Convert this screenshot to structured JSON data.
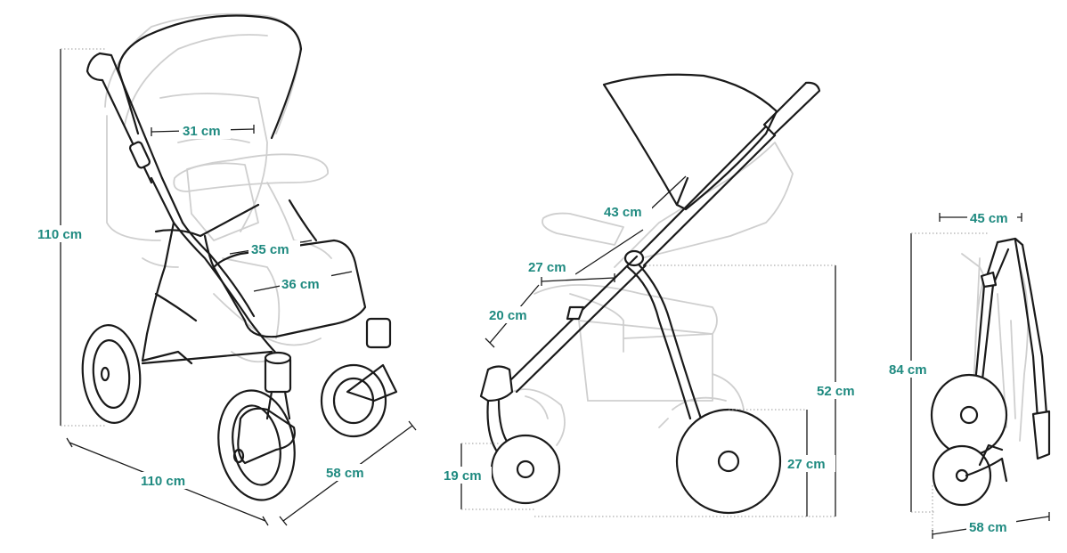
{
  "colors": {
    "label": "#1f8a80",
    "line": "#1a1a1a",
    "ghost": "#cfcfcf"
  },
  "views": {
    "front": {
      "height_label": "110 cm",
      "seat_width_label": "31 cm",
      "seat_depth_label": "35 cm",
      "footrest_label": "36 cm",
      "length_label": "110 cm",
      "width_label": "58 cm"
    },
    "side": {
      "canopy_label": "43 cm",
      "backrest_label": "27 cm",
      "seat_label": "20 cm",
      "seat_height_label": "52 cm",
      "rear_wheel_label": "27 cm",
      "front_wheel_label": "19 cm"
    },
    "folded": {
      "width_label": "45 cm",
      "height_label": "84 cm",
      "depth_label": "58 cm"
    }
  }
}
